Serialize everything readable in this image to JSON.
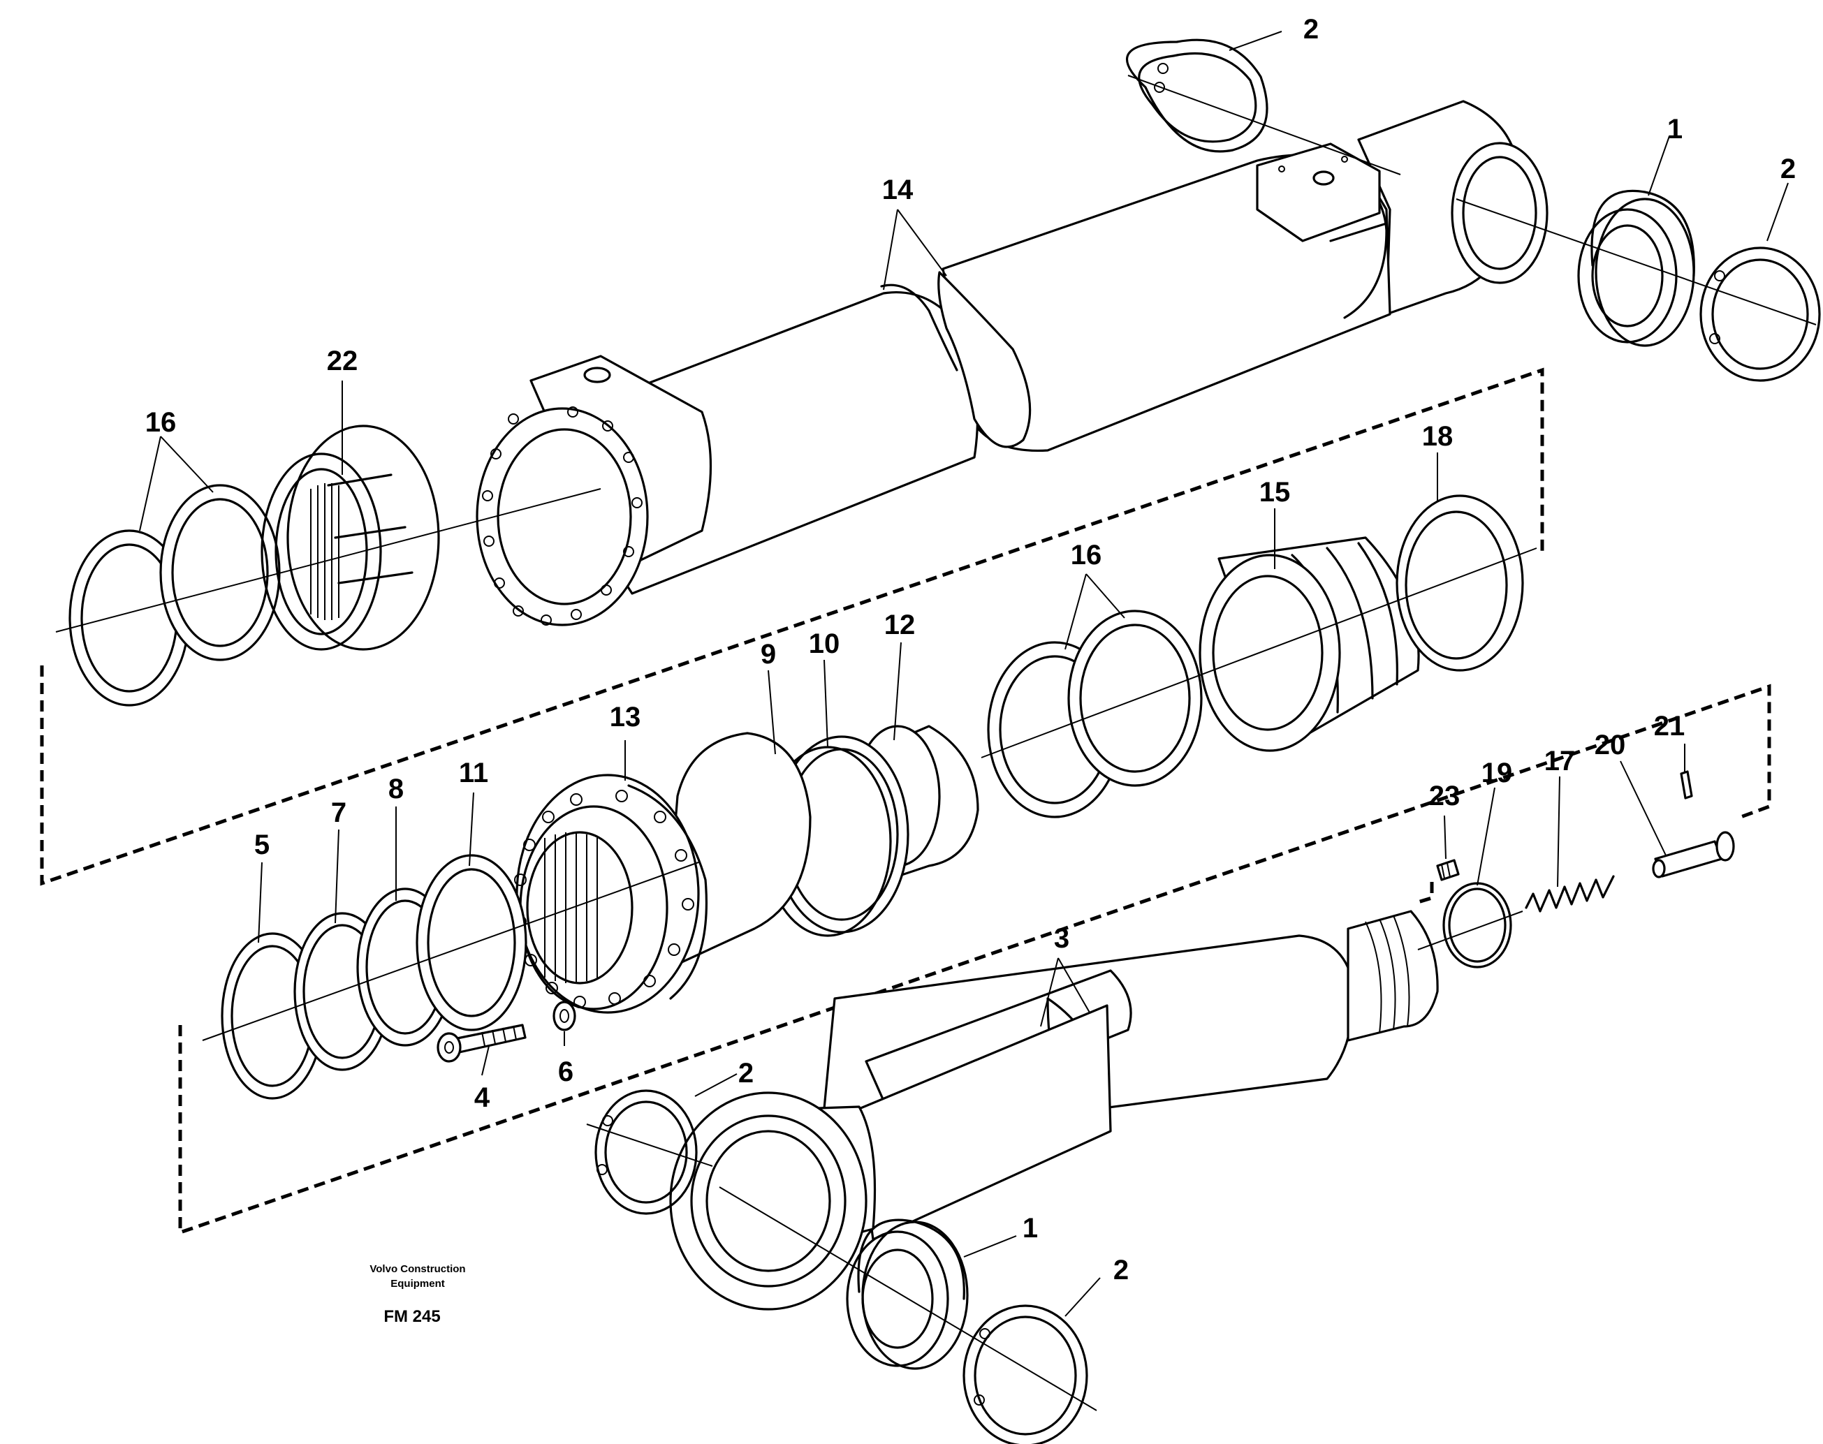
{
  "callouts": [
    "1",
    "2",
    "3",
    "4",
    "5",
    "6",
    "7",
    "8",
    "9",
    "10",
    "11",
    "12",
    "13",
    "14",
    "15",
    "16",
    "17",
    "18",
    "19",
    "20",
    "21",
    "22",
    "23"
  ],
  "footer": {
    "company_line1": "Volvo Construction",
    "company_line2": "Equipment",
    "figure_code": "FM 245"
  }
}
